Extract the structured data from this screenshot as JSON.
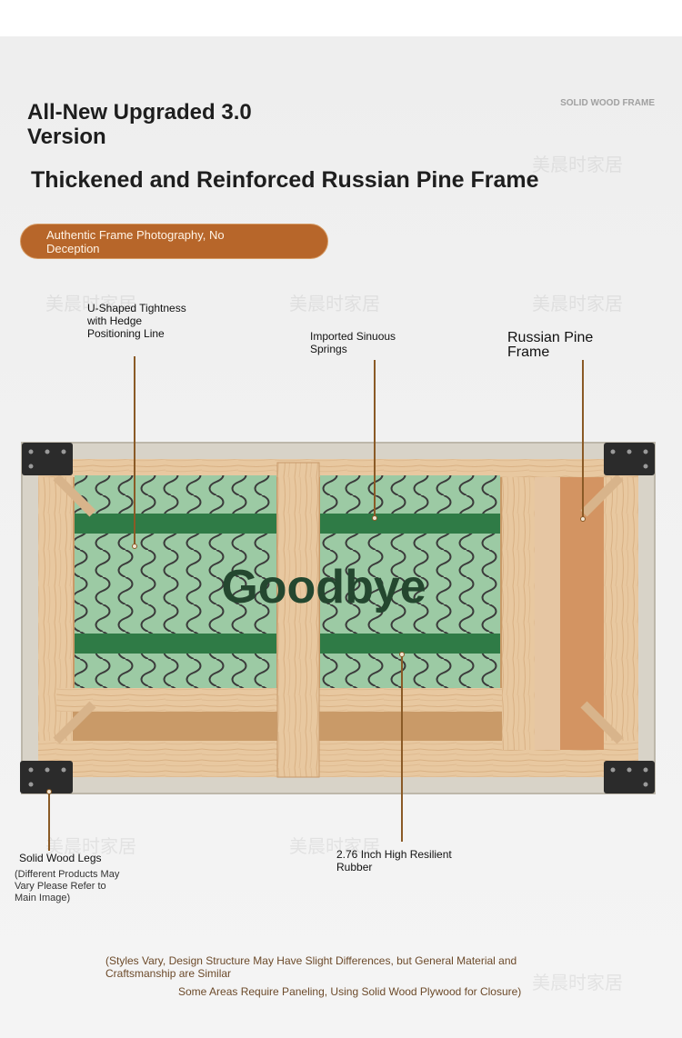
{
  "header": {
    "title": "All-New Upgraded 3.0 Version",
    "subtitle": "Thickened and Reinforced Russian Pine Frame",
    "corner_label": "SOLID WOOD FRAME",
    "badge": "Authentic Frame Photography, No Deception"
  },
  "callouts": {
    "u_shaped": "U-Shaped Tightness with Hedge Positioning Line",
    "springs": "Imported Sinuous Springs",
    "russian_pine": "Russian Pine Frame",
    "legs": "Solid Wood Legs",
    "legs_note": "(Different Products May Vary Please Refer to Main Image)",
    "rubber": "2.76 Inch High Resilient Rubber"
  },
  "image": {
    "overlay_text": "Goodbye"
  },
  "footer": {
    "note_1": "(Styles Vary, Design Structure May Have Slight Differences, but General Material and Craftsmanship are Similar",
    "note_2": "Some Areas Require Paneling, Using Solid Wood Plywood for Closure)"
  },
  "colors": {
    "accent": "#b7662a",
    "wood": "#e6c39a",
    "spring_panel": "#9ccaa4",
    "strap": "#2f7b46",
    "bracket": "#2b2b2b"
  }
}
